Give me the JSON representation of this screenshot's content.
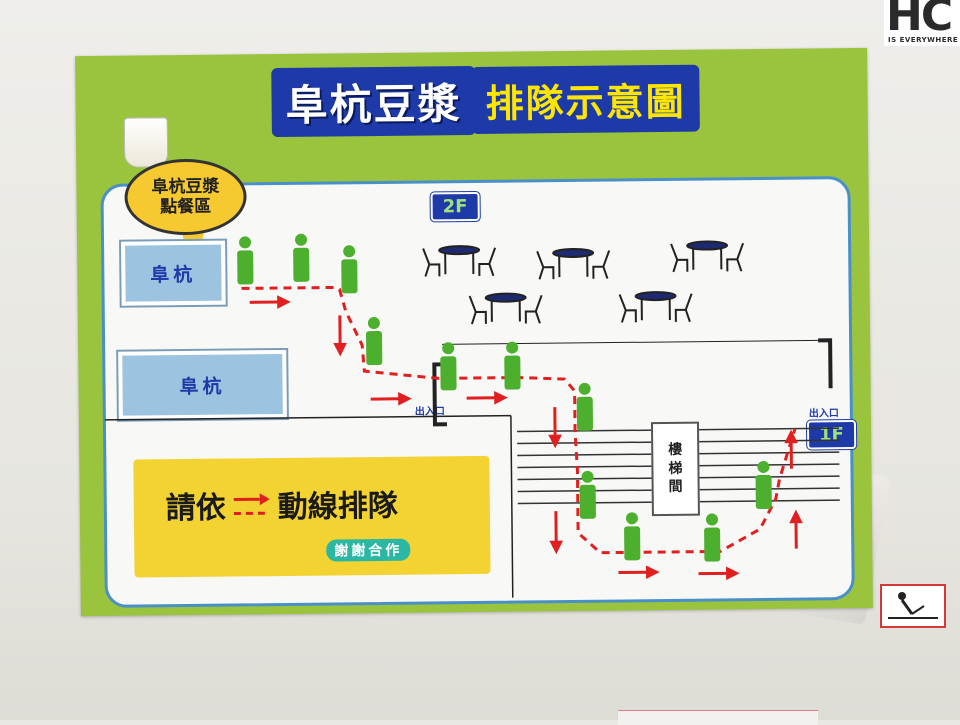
{
  "poster": {
    "title_main": "阜杭豆漿",
    "title_sub": "排隊示意圖",
    "order_area_line1": "阜杭豆漿",
    "order_area_line2": "點餐區",
    "counter_top": "阜杭",
    "counter_bottom": "阜杭",
    "floor_2f": "2F",
    "floor_1f": "1F",
    "exit_left": "出入口",
    "exit_right": "出入口",
    "stairs": [
      "樓",
      "梯",
      "間"
    ],
    "notice_prefix": "請依",
    "notice_suffix": "動線排隊",
    "notice_thanks": "謝謝合作"
  },
  "wall": {
    "logo_text": "HC",
    "logo_tagline": "IS EVERYWHERE"
  },
  "colors": {
    "poster_green": "#9ac43d",
    "title_blue": "#1e3aa8",
    "title_yellow": "#ffe600",
    "map_border": "#4a90c8",
    "arrow_red": "#e02020",
    "person_green": "#4caf2d",
    "notice_yellow": "#f3d332"
  },
  "icons": [
    "person-icon",
    "table-icon",
    "chair-icon",
    "arrow-icon",
    "soy-milk-cup-icon"
  ]
}
